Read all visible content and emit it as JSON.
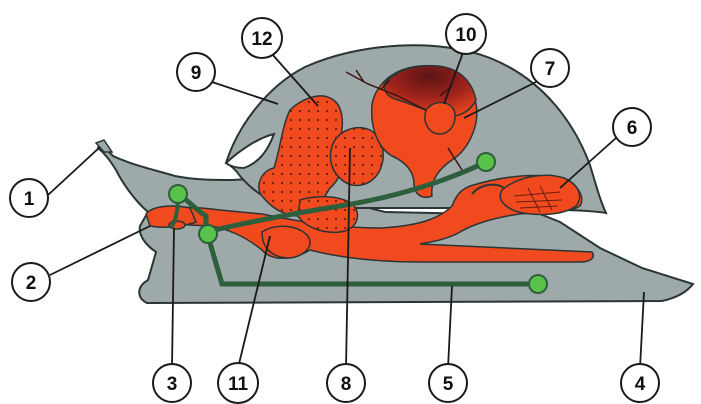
{
  "diagram": {
    "colors": {
      "body": "#9ea9a9",
      "organ": "#f04a1e",
      "nerve": "#2e5f3d",
      "ganglion": "#58c24a",
      "outline": "#2b3535",
      "shell_dark": "#8a1f1f",
      "callout_fill": "#ffffff",
      "callout_stroke": "#1a1a1a"
    },
    "labels": [
      "1",
      "2",
      "3",
      "4",
      "5",
      "6",
      "7",
      "8",
      "9",
      "10",
      "11",
      "12"
    ]
  }
}
